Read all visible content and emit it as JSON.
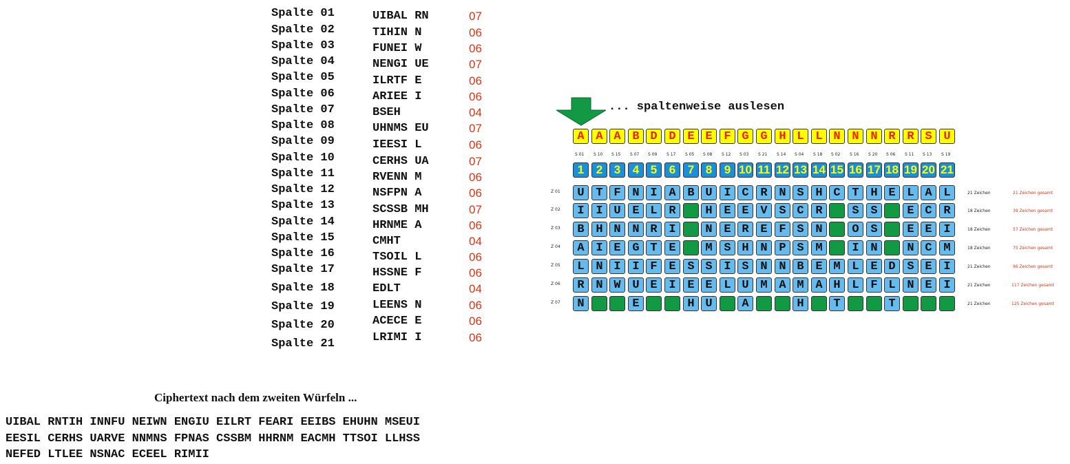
{
  "columns": [
    {
      "label": "Spalte 01",
      "letters": "UIBAL RN",
      "count": "07"
    },
    {
      "label": "Spalte 02",
      "letters": "TIHIN N",
      "count": "06"
    },
    {
      "label": "Spalte 03",
      "letters": "FUNEI W",
      "count": "06"
    },
    {
      "label": "Spalte 04",
      "letters": "NENGI UE",
      "count": "07"
    },
    {
      "label": "Spalte 05",
      "letters": "ILRTF E",
      "count": "06"
    },
    {
      "label": "Spalte 06",
      "letters": "ARIEE I",
      "count": "06"
    },
    {
      "label": "Spalte 07",
      "letters": "BSEH",
      "count": "04"
    },
    {
      "label": "Spalte 08",
      "letters": "UHNMS EU",
      "count": "07"
    },
    {
      "label": "Spalte 09",
      "letters": "IEESI L",
      "count": "06"
    },
    {
      "label": "Spalte 10",
      "letters": "CERHS UA",
      "count": "07"
    },
    {
      "label": "Spalte 11",
      "letters": "RVENN M",
      "count": "06"
    },
    {
      "label": "Spalte 12",
      "letters": "NSFPN A",
      "count": "06"
    },
    {
      "label": "Spalte 13",
      "letters": "SCSSB MH",
      "count": "07"
    },
    {
      "label": "Spalte 14",
      "letters": "HRNME A",
      "count": "06"
    },
    {
      "label": "Spalte 15",
      "letters": "CMHT",
      "count": "04"
    },
    {
      "label": "Spalte 16",
      "letters": "TSOIL L",
      "count": "06"
    },
    {
      "label": "Spalte 17",
      "letters": "HSSNE F",
      "count": "06"
    },
    {
      "label": "Spalte 18",
      "letters": "EDLT",
      "count": "04"
    },
    {
      "label": "Spalte 19",
      "letters": "LEENS N",
      "count": "06"
    },
    {
      "label": "Spalte 20",
      "letters": "ACECE E",
      "count": "06"
    },
    {
      "label": "Spalte 21",
      "letters": "LRIMI I",
      "count": "06"
    }
  ],
  "cipher": {
    "title": "Ciphertext nach dem zweiten Würfeln ...",
    "lines": [
      "UIBAL RNTIH INNFU NEIWN ENGIU EILRT FEARI EEIBS EHUHN MSEUI",
      "EESIL CERHS UARVE NNMNS FPNAS CSSBM HHRNM EACMH TTSOI LLHSS",
      "NEFED LTLEE NSNAC ECEEL RIMII"
    ]
  },
  "arrow_text": "... spaltenweise auslesen",
  "grid": {
    "key": [
      "A",
      "A",
      "A",
      "B",
      "D",
      "D",
      "E",
      "E",
      "F",
      "G",
      "G",
      "H",
      "L",
      "L",
      "N",
      "N",
      "N",
      "R",
      "R",
      "S",
      "U"
    ],
    "col_ids": [
      "S 01",
      "S 10",
      "S 15",
      "S 07",
      "S 09",
      "S 17",
      "S 05",
      "S 08",
      "S 12",
      "S 03",
      "S 21",
      "S 14",
      "S 04",
      "S 18",
      "S 02",
      "S 16",
      "S 20",
      "S 06",
      "S 11",
      "S 13",
      "S 19"
    ],
    "numbers": [
      "1",
      "2",
      "3",
      "4",
      "5",
      "6",
      "7",
      "8",
      "9",
      "10",
      "11",
      "12",
      "13",
      "14",
      "15",
      "16",
      "17",
      "18",
      "19",
      "20",
      "21"
    ],
    "rows": [
      {
        "id": "Z 01",
        "cells": [
          "U",
          "T",
          "F",
          "N",
          "I",
          "A",
          "B",
          "U",
          "I",
          "C",
          "R",
          "N",
          "S",
          "H",
          "C",
          "T",
          "H",
          "E",
          "L",
          "A",
          "L"
        ],
        "count": "21 Zeichen",
        "total": "21 Zeichen gesamt"
      },
      {
        "id": "Z 02",
        "cells": [
          "I",
          "I",
          "U",
          "E",
          "L",
          "R",
          "",
          "H",
          "E",
          "E",
          "V",
          "S",
          "C",
          "R",
          "",
          "S",
          "S",
          "",
          "E",
          "C",
          "R"
        ],
        "count": "18 Zeichen",
        "total": "39 Zeichen gesamt"
      },
      {
        "id": "Z 03",
        "cells": [
          "B",
          "H",
          "N",
          "N",
          "R",
          "I",
          "",
          "N",
          "E",
          "R",
          "E",
          "F",
          "S",
          "N",
          "",
          "O",
          "S",
          "",
          "E",
          "E",
          "I"
        ],
        "count": "18 Zeichen",
        "total": "57 Zeichen gesamt"
      },
      {
        "id": "Z 04",
        "cells": [
          "A",
          "I",
          "E",
          "G",
          "T",
          "E",
          "",
          "M",
          "S",
          "H",
          "N",
          "P",
          "S",
          "M",
          "",
          "I",
          "N",
          "",
          "N",
          "C",
          "M"
        ],
        "count": "18 Zeichen",
        "total": "75 Zeichen gesamt"
      },
      {
        "id": "Z 05",
        "cells": [
          "L",
          "N",
          "I",
          "I",
          "F",
          "E",
          "S",
          "S",
          "I",
          "S",
          "N",
          "N",
          "B",
          "E",
          "M",
          "L",
          "E",
          "D",
          "S",
          "E",
          "I"
        ],
        "count": "21 Zeichen",
        "total": "96 Zeichen gesamt"
      },
      {
        "id": "Z 06",
        "cells": [
          "R",
          "N",
          "W",
          "U",
          "E",
          "I",
          "E",
          "E",
          "L",
          "U",
          "M",
          "A",
          "M",
          "A",
          "H",
          "L",
          "F",
          "L",
          "N",
          "E",
          "I"
        ],
        "count": "21 Zeichen",
        "total": "117 Zeichen gesamt"
      },
      {
        "id": "Z 07",
        "cells": [
          "N",
          "",
          "",
          "E",
          "",
          "",
          "H",
          "U",
          "",
          "A",
          "",
          "",
          "H",
          "",
          "T",
          "",
          "",
          "T",
          "",
          "",
          ""
        ],
        "count": "21 Zeichen",
        "total": "125 Zeichen gesamt"
      }
    ]
  },
  "colors": {
    "key_bg": "#ffff00",
    "key_text": "#ee2200",
    "number_bg": "#1a8fdc",
    "number_text": "#ffff00",
    "letter_bg": "#66bbee",
    "empty_bg": "#119944",
    "arrow": "#119944",
    "count_text": "#dd3311"
  }
}
